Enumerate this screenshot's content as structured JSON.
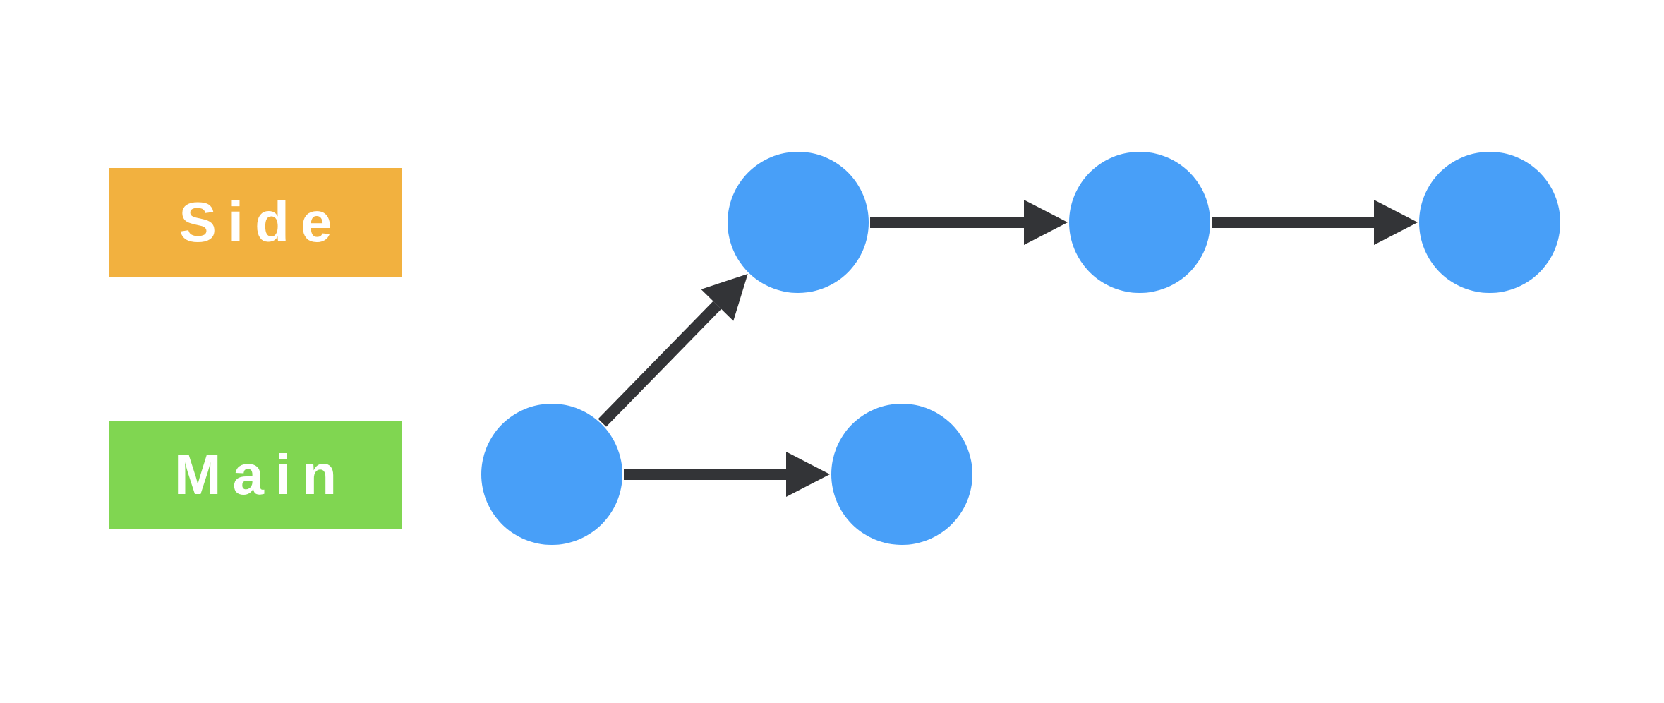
{
  "branches": {
    "side": {
      "label": "Side",
      "color": "#F2B13F"
    },
    "main": {
      "label": "Main",
      "color": "#80D651"
    }
  },
  "commit_color": "#489FF8",
  "arrow_color": "#333437",
  "commits": [
    {
      "id": "main-1",
      "branch": "main"
    },
    {
      "id": "main-2",
      "branch": "main"
    },
    {
      "id": "side-1",
      "branch": "side"
    },
    {
      "id": "side-2",
      "branch": "side"
    },
    {
      "id": "side-3",
      "branch": "side"
    }
  ],
  "edges": [
    {
      "from": "main-1",
      "to": "side-1"
    },
    {
      "from": "main-1",
      "to": "main-2"
    },
    {
      "from": "side-1",
      "to": "side-2"
    },
    {
      "from": "side-2",
      "to": "side-3"
    }
  ]
}
